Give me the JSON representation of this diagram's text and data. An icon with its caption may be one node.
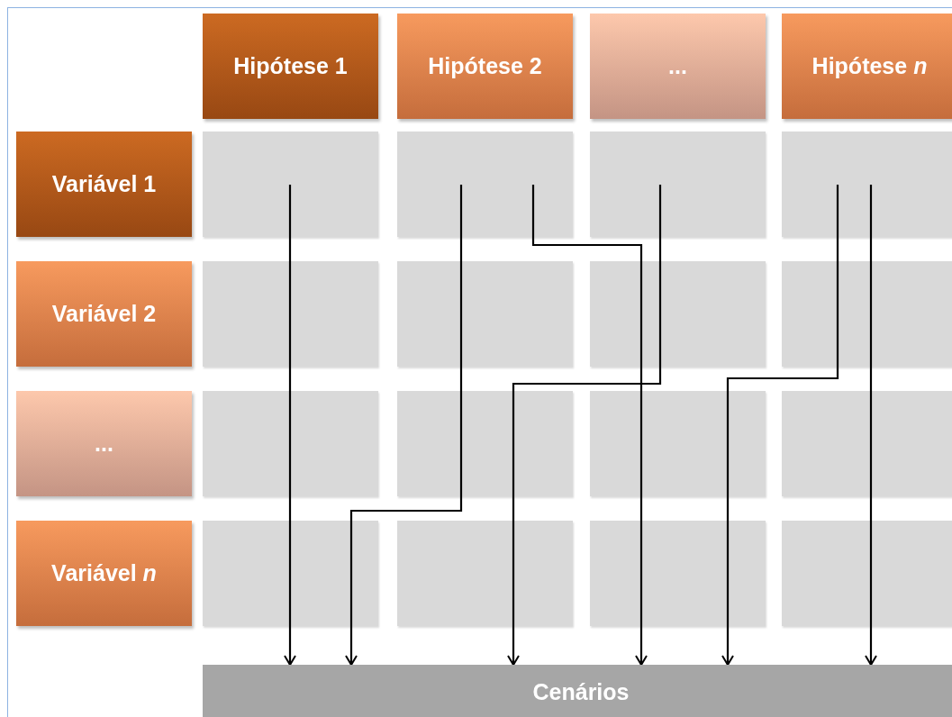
{
  "diagram": {
    "nodes": [
      {
        "text": [
          "Hipótese 1"
        ]
      },
      {
        "text": [
          "Hipótese 2"
        ]
      },
      {
        "text": [
          "..."
        ]
      },
      {
        "text": [
          "Hipótese *n*"
        ]
      },
      {
        "text": [
          "Variável 1"
        ]
      },
      {
        "text": [],
        "shape": "box"
      },
      {
        "text": [],
        "shape": "box"
      },
      {
        "text": [],
        "shape": "box"
      },
      {
        "text": [],
        "shape": "box"
      },
      {
        "text": [
          "Variável 2"
        ]
      },
      {
        "text": [],
        "shape": "box"
      },
      {
        "text": [],
        "shape": "box"
      },
      {
        "text": [],
        "shape": "box"
      },
      {
        "text": [],
        "shape": "box"
      },
      {
        "text": [
          "..."
        ]
      },
      {
        "text": [],
        "shape": "box"
      },
      {
        "text": [],
        "shape": "box"
      },
      {
        "text": [],
        "shape": "box"
      },
      {
        "text": [],
        "shape": "box"
      },
      {
        "text": [
          "Variável *n*"
        ]
      },
      {
        "text": [],
        "shape": "box"
      },
      {
        "text": [],
        "shape": "box"
      },
      {
        "text": [],
        "shape": "box"
      },
      {
        "text": [],
        "shape": "box"
      },
      {
        "text": [
          "Cenários"
        ]
      }
    ],
    "edges": [
      {
        "from": 5,
        "to": 10,
        "arrow": "none"
      },
      {
        "from": 10,
        "to": 15,
        "arrow": "none"
      },
      {
        "from": 15,
        "to": 20,
        "arrow": "none"
      },
      {
        "from": 20,
        "to": 24,
        "arrow": "to"
      },
      {
        "from": 6,
        "to": 11,
        "arrow": "none"
      },
      {
        "from": 11,
        "to": 16,
        "arrow": "none"
      },
      {
        "from": 16,
        "to": 20,
        "arrow": "none"
      },
      {
        "from": 20,
        "to": 24,
        "arrow": "to"
      },
      {
        "from": 6,
        "to": 12,
        "arrow": "none"
      },
      {
        "from": 12,
        "to": 17,
        "arrow": "none"
      },
      {
        "from": 17,
        "to": 22,
        "arrow": "none"
      },
      {
        "from": 22,
        "to": 24,
        "arrow": "to"
      },
      {
        "from": 7,
        "to": 12,
        "arrow": "none"
      },
      {
        "from": 12,
        "to": 16,
        "arrow": "none"
      },
      {
        "from": 16,
        "to": 21,
        "arrow": "none"
      },
      {
        "from": 21,
        "to": 24,
        "arrow": "to"
      },
      {
        "from": 8,
        "to": 13,
        "arrow": "none"
      },
      {
        "from": 13,
        "to": 17,
        "arrow": "none"
      },
      {
        "from": 17,
        "to": 22,
        "arrow": "none"
      },
      {
        "from": 22,
        "to": 24,
        "arrow": "to"
      },
      {
        "from": 8,
        "to": 13,
        "arrow": "none"
      },
      {
        "from": 13,
        "to": 18,
        "arrow": "none"
      },
      {
        "from": 18,
        "to": 23,
        "arrow": "none"
      },
      {
        "from": 23,
        "to": 24,
        "arrow": "to"
      }
    ]
  }
}
